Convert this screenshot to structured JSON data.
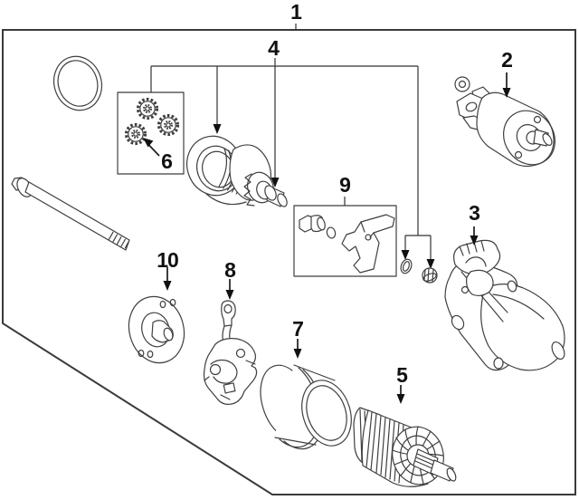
{
  "diagram": {
    "background": "#ffffff",
    "line_color": "#3f3f3f",
    "label_color": "#111111",
    "callouts": [
      {
        "label": "1"
      },
      {
        "label": "2"
      },
      {
        "label": "3"
      },
      {
        "label": "4"
      },
      {
        "label": "5"
      },
      {
        "label": "6"
      },
      {
        "label": "7"
      },
      {
        "label": "8"
      },
      {
        "label": "9"
      },
      {
        "label": "10"
      }
    ]
  }
}
